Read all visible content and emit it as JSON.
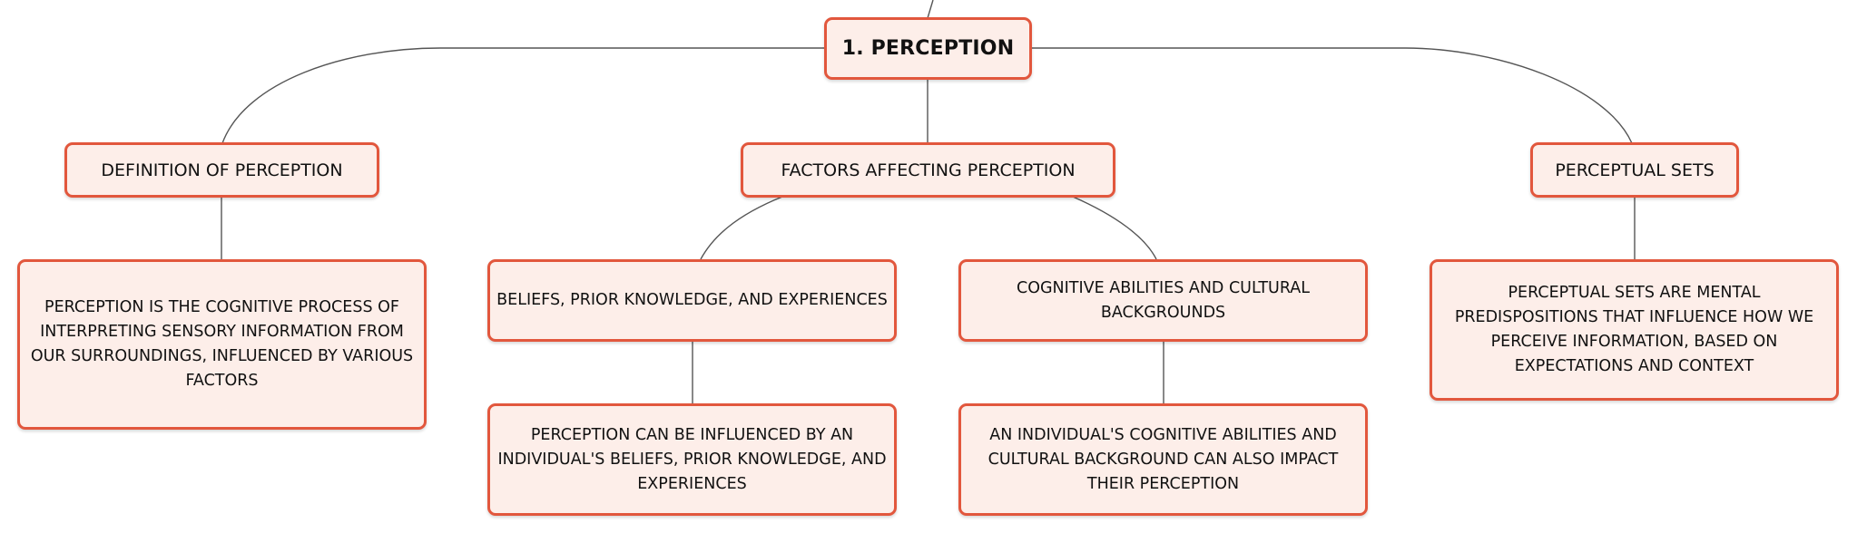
{
  "colors": {
    "node_fill": "#fdeee9",
    "node_border": "#e2573d",
    "connector": "#555555"
  },
  "root": {
    "label": "1. PERCEPTION"
  },
  "branches": {
    "definition": {
      "label": "DEFINITION OF PERCEPTION",
      "detail": "PERCEPTION IS THE COGNITIVE PROCESS OF INTERPRETING SENSORY INFORMATION FROM OUR SURROUNDINGS, INFLUENCED BY VARIOUS FACTORS"
    },
    "factors": {
      "label": "FACTORS AFFECTING PERCEPTION",
      "beliefs": {
        "label": "BELIEFS, PRIOR KNOWLEDGE, AND EXPERIENCES",
        "detail": "PERCEPTION CAN BE INFLUENCED BY AN INDIVIDUAL'S BELIEFS, PRIOR KNOWLEDGE, AND EXPERIENCES"
      },
      "cognitive": {
        "label": "COGNITIVE ABILITIES AND CULTURAL BACKGROUNDS",
        "detail": "AN INDIVIDUAL'S COGNITIVE ABILITIES AND CULTURAL BACKGROUND CAN ALSO IMPACT THEIR PERCEPTION"
      }
    },
    "sets": {
      "label": "PERCEPTUAL SETS",
      "detail": "PERCEPTUAL SETS ARE MENTAL PREDISPOSITIONS THAT INFLUENCE HOW WE PERCEIVE INFORMATION, BASED ON EXPECTATIONS AND CONTEXT"
    }
  }
}
